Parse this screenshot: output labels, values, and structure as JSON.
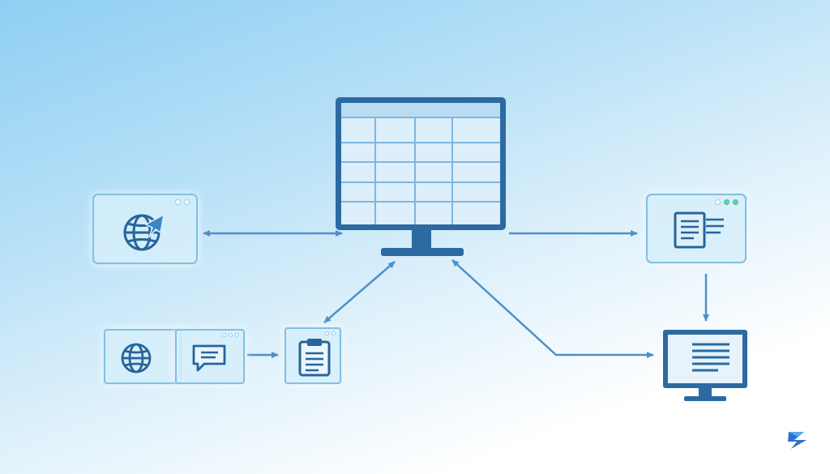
{
  "diagram": {
    "nodes": [
      {
        "id": "central-monitor",
        "icon": "spreadsheet-monitor-icon"
      },
      {
        "id": "left-browser",
        "icon": "globe-cursor-icon"
      },
      {
        "id": "right-document-window",
        "icon": "document-window-icon"
      },
      {
        "id": "bottom-right-monitor",
        "icon": "document-monitor-icon"
      },
      {
        "id": "bottom-left-globe-panel",
        "icon": "globe-icon"
      },
      {
        "id": "bottom-left-chat-panel",
        "icon": "chat-bubble-icon"
      },
      {
        "id": "clipboard-window",
        "icon": "clipboard-icon"
      }
    ],
    "connections": [
      {
        "from": "left-browser",
        "to": "central-monitor",
        "direction": "both"
      },
      {
        "from": "central-monitor",
        "to": "right-document-window",
        "direction": "forward"
      },
      {
        "from": "right-document-window",
        "to": "bottom-right-monitor",
        "direction": "forward"
      },
      {
        "from": "bottom-right-monitor",
        "to": "central-monitor",
        "direction": "both"
      },
      {
        "from": "clipboard-window",
        "to": "central-monitor",
        "direction": "both"
      },
      {
        "from": "bottom-left-chat-panel",
        "to": "clipboard-window",
        "direction": "forward"
      }
    ]
  },
  "colors": {
    "accent_dark": "#27649a",
    "accent_mid": "#3f8cc7",
    "arrow": "#4e90c9",
    "card_border": "#7fc1e3",
    "screen_fill": "#d7ecfa"
  },
  "branding": {
    "icon": "brand-logo-icon"
  }
}
